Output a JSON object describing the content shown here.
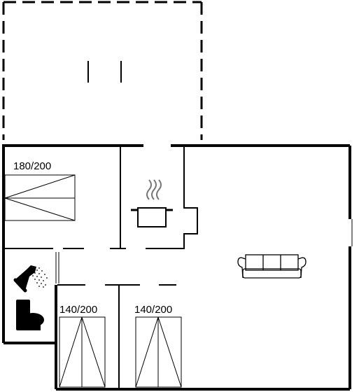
{
  "colors": {
    "wall": "#000000",
    "background": "#ffffff"
  },
  "rooms": {
    "bedroom_main": {
      "bed_label": "180/200"
    },
    "bedroom_left": {
      "bed_label": "140/200"
    },
    "bedroom_right": {
      "bed_label": "140/200"
    }
  },
  "icons": {
    "kitchen": "cooking-pot-icon",
    "bathroom_shower": "shower-icon",
    "bathroom_toilet": "toilet-icon",
    "living": "sofa-icon"
  }
}
